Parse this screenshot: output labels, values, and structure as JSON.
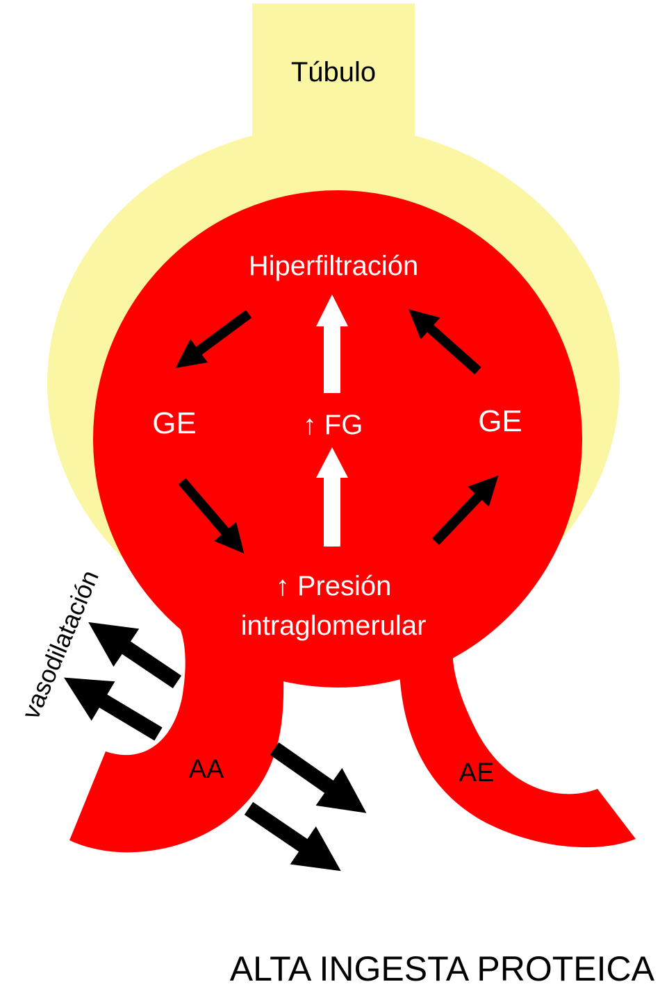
{
  "colors": {
    "tubule": "#fbf6a3",
    "glomerulus": "#ff0000",
    "arrow_dark": "#000000",
    "arrow_light": "#ffffff",
    "background": "#ffffff"
  },
  "labels": {
    "tubule": "Túbulo",
    "hyperfiltration": "Hiperfiltración",
    "ge_left": "GE",
    "ge_right": "GE",
    "gfr_up": "↑ FG",
    "pressure_line1": "↑ Presión",
    "pressure_line2": "intraglomerular",
    "afferent": "AA",
    "efferent": "AE",
    "vasodilation": "vasodilatación",
    "footer_title": "ALTA INGESTA PROTEICA"
  }
}
